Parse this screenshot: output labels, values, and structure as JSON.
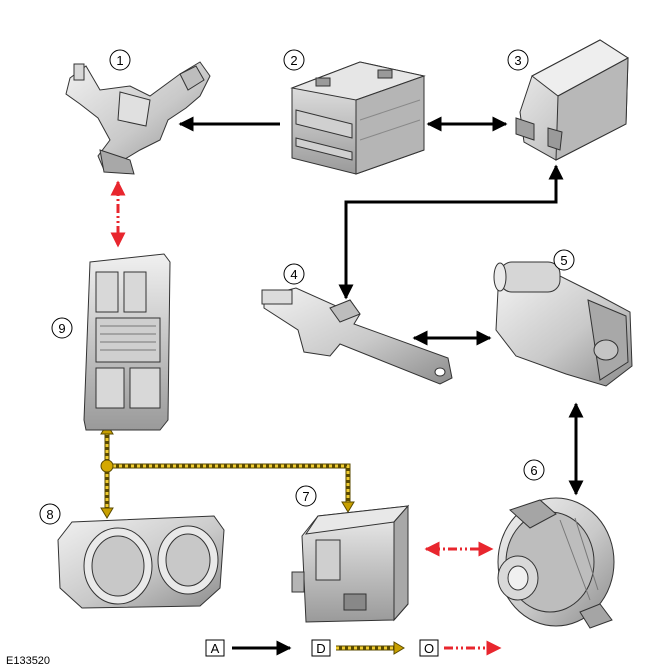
{
  "figure_ref": "E133520",
  "components": [
    {
      "number": "1",
      "icon": "battery-junction-box-icon"
    },
    {
      "number": "2",
      "icon": "battery-icon"
    },
    {
      "number": "3",
      "icon": "battery-cover-icon"
    },
    {
      "number": "4",
      "icon": "battery-cable-terminal-icon"
    },
    {
      "number": "5",
      "icon": "starter-motor-icon"
    },
    {
      "number": "6",
      "icon": "generator-icon"
    },
    {
      "number": "7",
      "icon": "engine-control-module-icon"
    },
    {
      "number": "8",
      "icon": "instrument-cluster-icon"
    },
    {
      "number": "9",
      "icon": "fuse-box-icon"
    }
  ],
  "legend": [
    {
      "key": "A",
      "line_style": "solid",
      "color": "#000000"
    },
    {
      "key": "D",
      "line_style": "hatched",
      "color": "#c8a000"
    },
    {
      "key": "O",
      "line_style": "dash-dot",
      "color": "#e8262e"
    }
  ]
}
